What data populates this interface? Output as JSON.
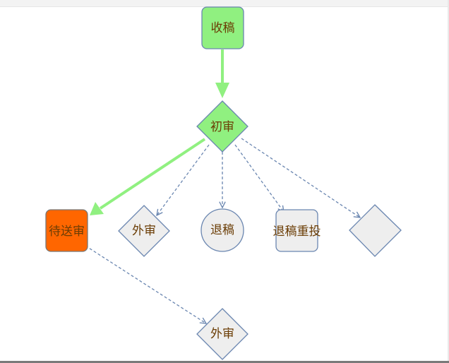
{
  "diagram": {
    "nodes": {
      "receive": {
        "label": "收稿"
      },
      "first_review": {
        "label": "初审"
      },
      "pending_review": {
        "label": "待送审"
      },
      "external_review_1": {
        "label": "外审"
      },
      "reject": {
        "label": "退稿"
      },
      "return_revise": {
        "label": "退稿重投"
      },
      "unnamed_decision": {
        "label": ""
      },
      "external_review_2": {
        "label": "外审"
      }
    },
    "colors": {
      "active_fill": "#90f080",
      "pending_fill": "#ff6600",
      "inactive_fill": "#eeeeee",
      "node_stroke": "#6a86b0",
      "active_edge": "#90f080",
      "inactive_edge": "#6a86b0",
      "label_text": "#6b3d05"
    }
  }
}
